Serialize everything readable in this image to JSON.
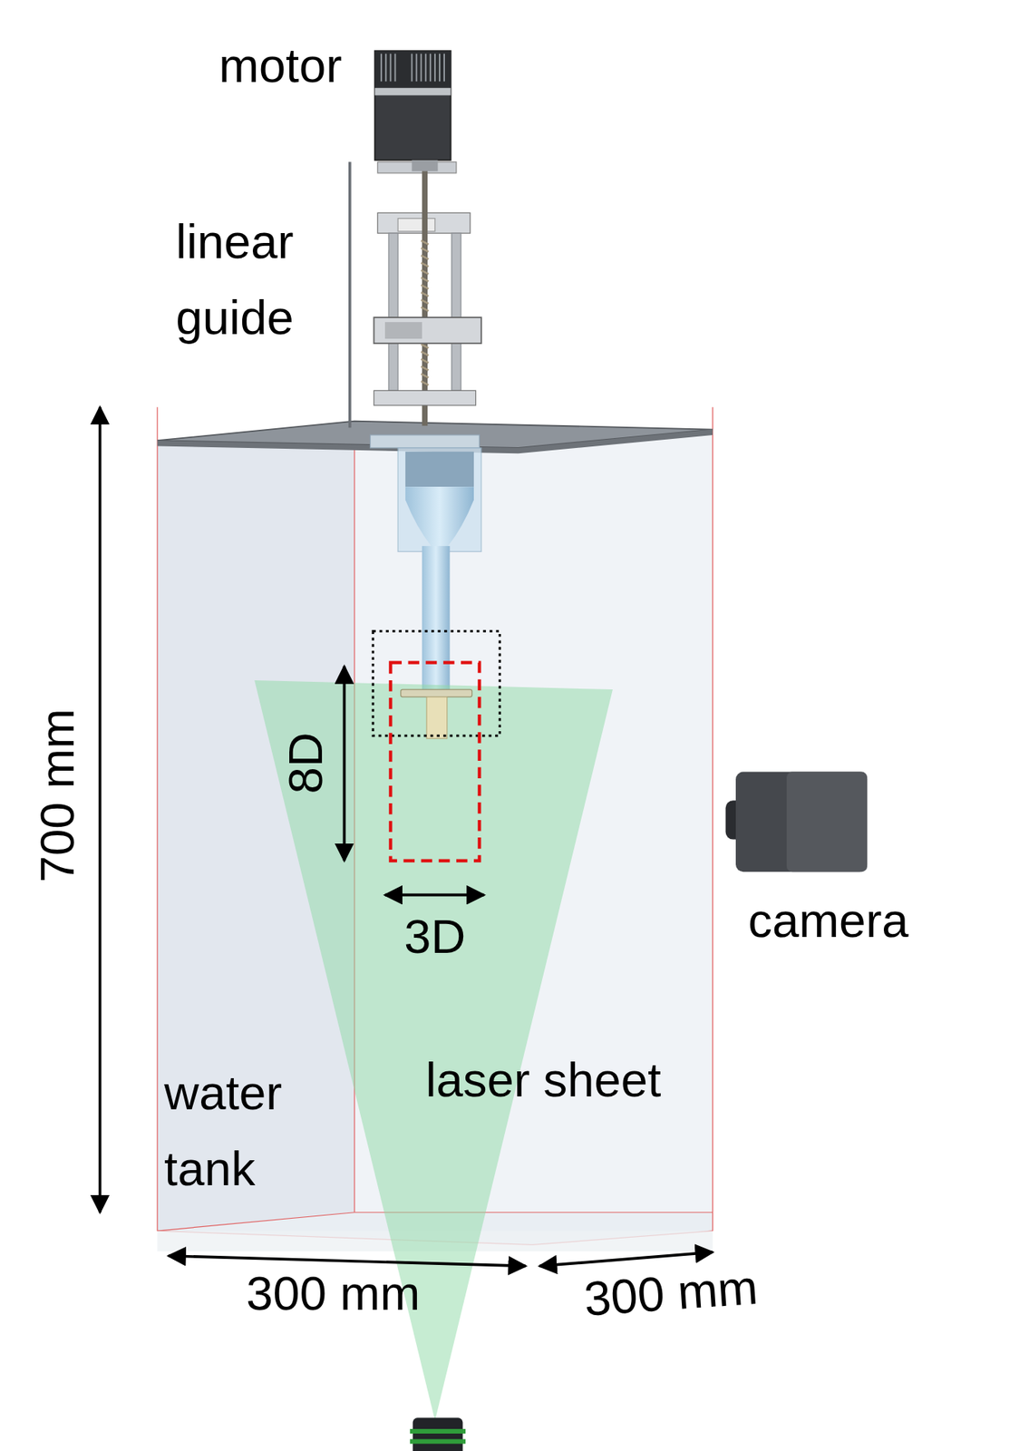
{
  "diagram": {
    "labels": [
      "motor",
      "linear guide",
      "700 mm",
      "8D",
      "3D",
      "camera",
      "water tank",
      "laser sheet",
      "300 mm",
      "300 mm"
    ]
  }
}
